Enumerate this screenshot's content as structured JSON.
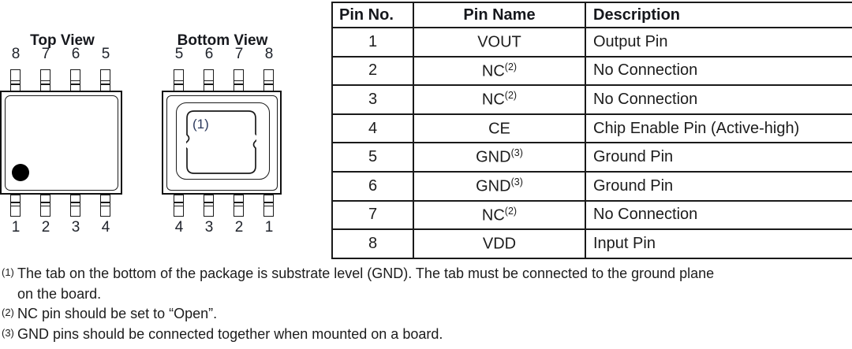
{
  "diagram": {
    "top_view": {
      "title": "Top View",
      "top_pin_numbers": [
        "8",
        "7",
        "6",
        "5"
      ],
      "bottom_pin_numbers": [
        "1",
        "2",
        "3",
        "4"
      ]
    },
    "bottom_view": {
      "title": "Bottom View",
      "top_pin_numbers": [
        "5",
        "6",
        "7",
        "8"
      ],
      "bottom_pin_numbers": [
        "4",
        "3",
        "2",
        "1"
      ],
      "tab_note_marker": "(1)"
    }
  },
  "table": {
    "headers": [
      "Pin No.",
      "Pin Name",
      "Description"
    ],
    "rows": [
      {
        "no": "1",
        "name": "VOUT",
        "name_sup": "",
        "desc": "Output Pin"
      },
      {
        "no": "2",
        "name": "NC",
        "name_sup": "(2)",
        "desc": "No Connection"
      },
      {
        "no": "3",
        "name": "NC",
        "name_sup": "(2)",
        "desc": "No Connection"
      },
      {
        "no": "4",
        "name": "CE",
        "name_sup": "",
        "desc": "Chip Enable Pin (Active-high)"
      },
      {
        "no": "5",
        "name": "GND",
        "name_sup": "(3)",
        "desc": "Ground Pin"
      },
      {
        "no": "6",
        "name": "GND",
        "name_sup": "(3)",
        "desc": "Ground Pin"
      },
      {
        "no": "7",
        "name": "NC",
        "name_sup": "(2)",
        "desc": "No Connection"
      },
      {
        "no": "8",
        "name": "VDD",
        "name_sup": "",
        "desc": "Input Pin"
      }
    ]
  },
  "footnotes": [
    {
      "marker": "(1)",
      "lines": [
        "The tab on the bottom of the package is substrate level (GND). The tab must be connected to the ground plane",
        "on the board."
      ]
    },
    {
      "marker": "(2)",
      "lines": [
        "NC pin should be set to “Open”."
      ]
    },
    {
      "marker": "(3)",
      "lines": [
        "GND pins should be connected together when mounted on a board."
      ]
    }
  ],
  "colors": {
    "text": "#1c1c1c",
    "line": "#1a1a1a",
    "annotation": "#2c3a5e"
  }
}
